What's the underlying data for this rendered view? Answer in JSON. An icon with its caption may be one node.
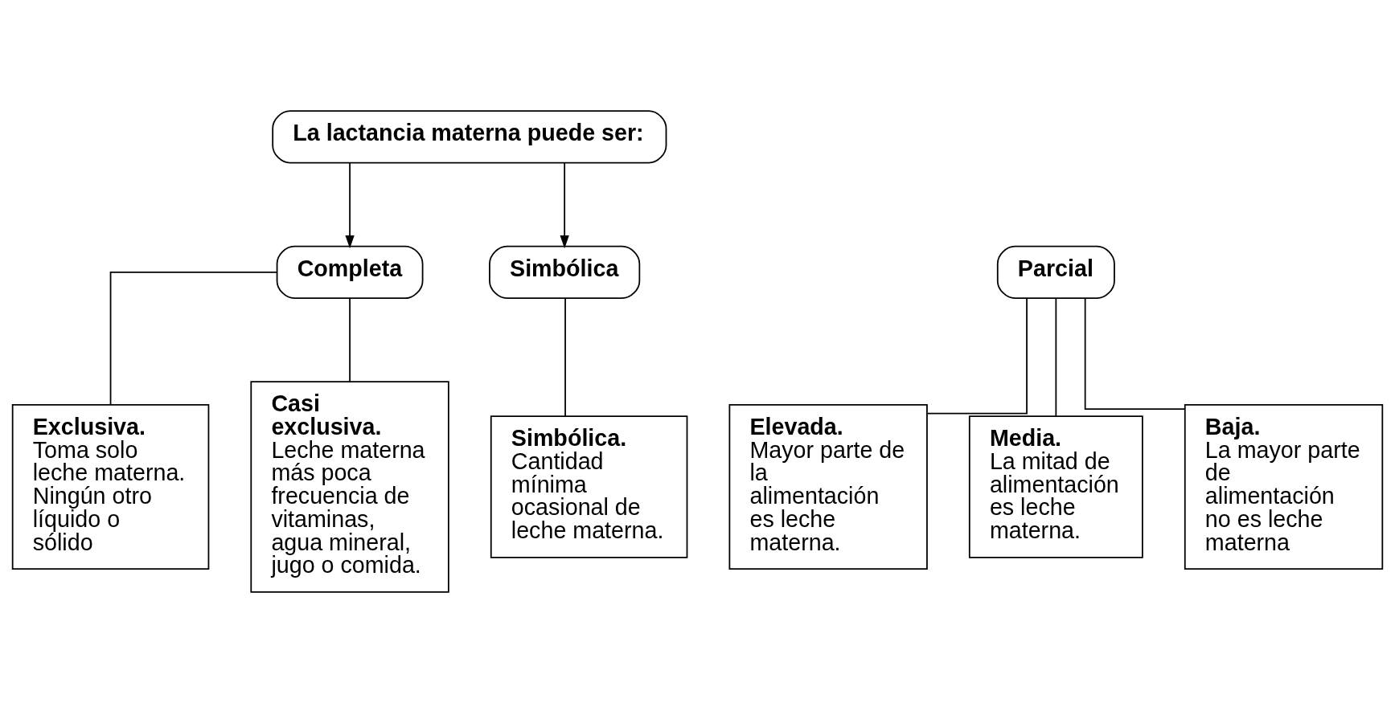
{
  "diagram": {
    "nodes": [
      {
        "text": [
          "La lactancia materna puede ser:"
        ]
      },
      {
        "text": [
          "Completa"
        ]
      },
      {
        "text": [
          "Parcial"
        ]
      },
      {
        "text": [
          "Simbólica"
        ]
      },
      {
        "text": [
          "Exclusiva.",
          "Toma solo leche materna. Ningún otro líquido o sólido"
        ]
      },
      {
        "text": [
          "Casi exclusiva.",
          "Leche materna más poca frecuencia de vitaminas, agua mineral, jugo o comida."
        ]
      },
      {
        "text": [
          "Elevada.",
          "Mayor parte de la alimentación es leche materna."
        ]
      },
      {
        "text": [
          "Media.",
          "La mitad de alimentación es leche materna."
        ]
      },
      {
        "text": [
          "Baja.",
          "La mayor parte de alimentación no es leche materna"
        ]
      },
      {
        "text": [
          "Simbólica.",
          "Cantidad mínima ocasional de leche materna."
        ]
      }
    ],
    "edges": [
      {
        "from": 0,
        "to": 1,
        "arrow": "to"
      },
      {
        "from": 0,
        "to": 3,
        "arrow": "to"
      },
      {
        "from": 1,
        "to": 4,
        "arrow": "none"
      },
      {
        "from": 1,
        "to": 5,
        "arrow": "none"
      },
      {
        "from": 2,
        "to": 6,
        "arrow": "none"
      },
      {
        "from": 2,
        "to": 7,
        "arrow": "none"
      },
      {
        "from": 2,
        "to": 8,
        "arrow": "none"
      },
      {
        "from": 3,
        "to": 9,
        "arrow": "none"
      }
    ]
  }
}
